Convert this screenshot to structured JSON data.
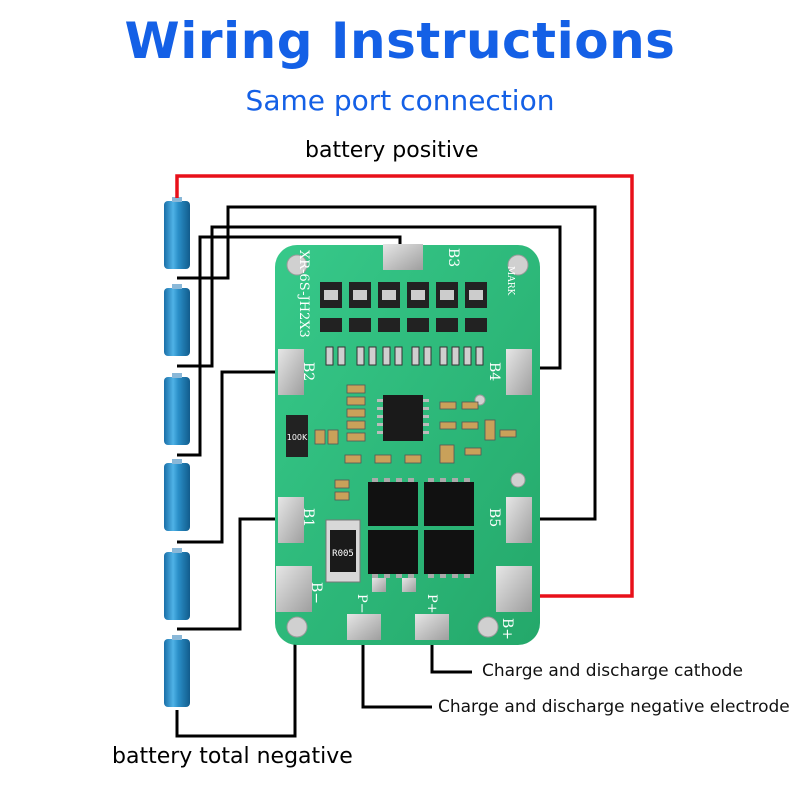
{
  "header": {
    "title": "Wiring Instructions",
    "subtitle": "Same port connection"
  },
  "labels": {
    "battery_positive": "battery positive",
    "battery_total_negative": "battery total negative",
    "charge_discharge_cathode": "Charge and discharge cathode",
    "charge_discharge_negative": "Charge and discharge negative electrode"
  },
  "board": {
    "silkscreen_model": "XR-6S-JH2X3",
    "mark": "MARK",
    "pads": [
      "B3",
      "B2",
      "B4",
      "B1",
      "B5",
      "B−",
      "B+",
      "P−",
      "P+"
    ],
    "resistor_label": "100K",
    "shunt_label": "R005"
  },
  "colors": {
    "title": "#1460e6",
    "positive_wire": "#e8101a",
    "wire": "#000000",
    "pcb": "#2fbf7c",
    "battery": "#2a8fc8"
  },
  "battery_count": 6
}
